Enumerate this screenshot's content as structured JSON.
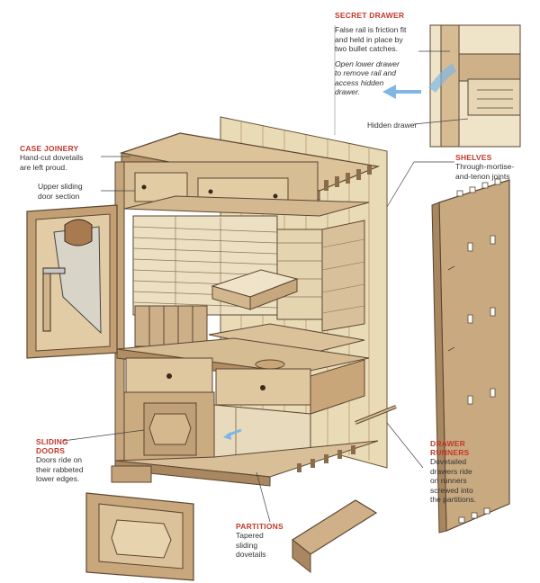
{
  "callouts": {
    "secret_drawer": {
      "title": "SECRET DRAWER",
      "text1": "False rail is friction fit",
      "text2": "and held in place by",
      "text3": "two bullet catches.",
      "text4": "Open lower drawer",
      "text5": "to remove rail and",
      "text6": "access hidden",
      "text7": "drawer.",
      "hidden": "Hidden drawer"
    },
    "case_joinery": {
      "title": "CASE JOINERY",
      "text1": "Hand-cut dovetails",
      "text2": "are left proud."
    },
    "upper_door": {
      "text1": "Upper sliding",
      "text2": "door section"
    },
    "shelves": {
      "title": "SHELVES",
      "text1": "Through-mortise-",
      "text2": "and-tenon joints"
    },
    "sliding_doors": {
      "title": "SLIDING",
      "title2": "DOORS",
      "text1": "Doors ride on",
      "text2": "their rabbeted",
      "text3": "lower edges."
    },
    "drawer_runners": {
      "title": "DRAWER",
      "title2": "RUNNERS",
      "text1": "Dovetailed",
      "text2": "drawers ride",
      "text3": "on runners",
      "text4": "screwed into",
      "text5": "the partitions."
    },
    "partitions": {
      "title": "PARTITIONS",
      "text1": "Tapered",
      "text2": "sliding",
      "text3": "dovetails"
    }
  },
  "colors": {
    "accent": "#c0392b",
    "wood_light": "#e9d9b4",
    "wood_mid": "#c9ad84",
    "wood_dark": "#8a6b4a",
    "line": "#5b4632",
    "arrow_blue": "#7fb6e3"
  }
}
